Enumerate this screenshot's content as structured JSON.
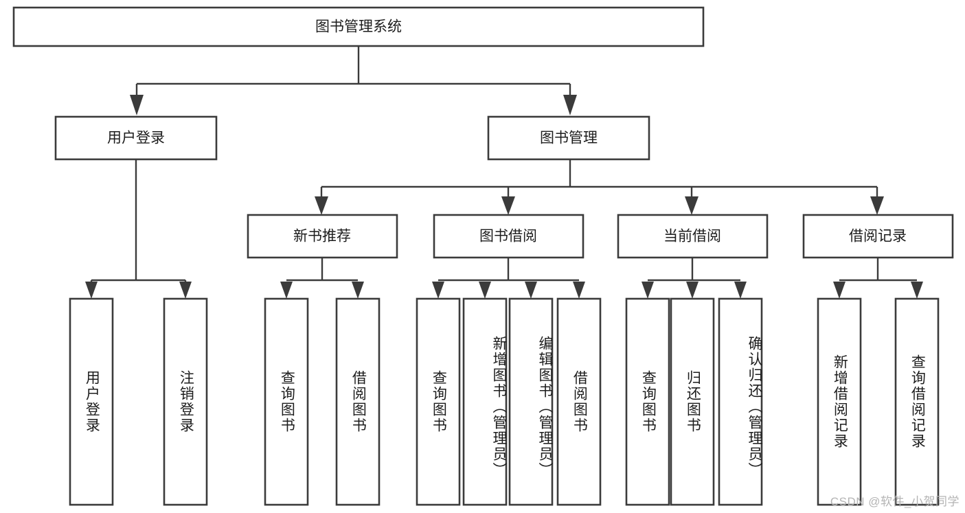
{
  "diagram": {
    "title": "图书管理系统",
    "type": "tree-hierarchy-diagram",
    "watermark": "CSDN @软件_小贺同学",
    "colors": {
      "background": "#ffffff",
      "box_stroke": "#3b3b3b",
      "box_fill": "#ffffff",
      "text": "#1c1c1c",
      "watermark": "#b4b4b4"
    },
    "root": {
      "label": "图书管理系统"
    },
    "level2": [
      {
        "id": "user-login",
        "label": "用户登录"
      },
      {
        "id": "book-management",
        "label": "图书管理"
      }
    ],
    "level3": [
      {
        "id": "new-book-recommend",
        "label": "新书推荐"
      },
      {
        "id": "book-borrow",
        "label": "图书借阅"
      },
      {
        "id": "current-borrow",
        "label": "当前借阅"
      },
      {
        "id": "borrow-record",
        "label": "借阅记录"
      }
    ],
    "leaves": {
      "user-login": [
        {
          "id": "leaf-user-login",
          "label": "用户登录"
        },
        {
          "id": "leaf-logout-login",
          "label": "注销登录"
        }
      ],
      "new-book-recommend": [
        {
          "id": "leaf-query-book-1",
          "label": "查询图书"
        },
        {
          "id": "leaf-borrow-book-1",
          "label": "借阅图书"
        }
      ],
      "book-borrow": [
        {
          "id": "leaf-query-book-2",
          "label": "查询图书"
        },
        {
          "id": "leaf-add-book",
          "label": "新增图书（管理员）"
        },
        {
          "id": "leaf-edit-book",
          "label": "编辑图书（管理员）"
        },
        {
          "id": "leaf-borrow-book-2",
          "label": "借阅图书"
        }
      ],
      "current-borrow": [
        {
          "id": "leaf-query-book-3",
          "label": "查询图书"
        },
        {
          "id": "leaf-return-book",
          "label": "归还图书"
        },
        {
          "id": "leaf-confirm-return",
          "label": "确认归还（管理员）"
        }
      ],
      "borrow-record": [
        {
          "id": "leaf-add-borrow-record",
          "label": "新增借阅记录"
        },
        {
          "id": "leaf-query-borrow-record",
          "label": "查询借阅记录"
        }
      ]
    }
  }
}
